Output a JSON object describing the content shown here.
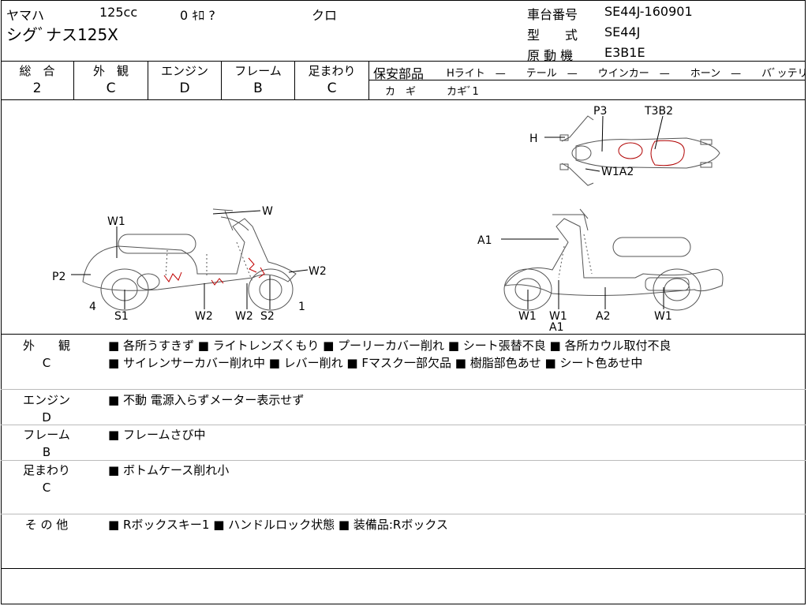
{
  "header": {
    "maker": "ヤマハ",
    "displacement": "125cc",
    "mileage": "0 ｷﾛ ?",
    "color": "クロ",
    "model_name": "シグﾞナス125X",
    "frame_no_label": "車台番号",
    "frame_no": "SE44J-160901",
    "type_label": "型　　式",
    "type": "SE44J",
    "engine_label": "原 動 機",
    "engine": "E3B1E"
  },
  "grades": [
    {
      "label": "総　合",
      "value": "2"
    },
    {
      "label": "外　観",
      "value": "C"
    },
    {
      "label": "エンジン",
      "value": "D"
    },
    {
      "label": "フレーム",
      "value": "B"
    },
    {
      "label": "足まわり",
      "value": "C"
    }
  ],
  "safety": {
    "title": "保安部品",
    "items": "Hライト　—　　テール　—　　ウインカー　—　　ホーン　—　　バﾞッテリー ×",
    "key_label": "カ　ギ",
    "key_value": "カギﾞ1"
  },
  "diagram": {
    "left_labels": [
      "W1",
      "W",
      "P2",
      "W2",
      "4",
      "S1",
      "W2",
      "W2",
      "S2",
      "1"
    ],
    "right_labels": [
      "A1",
      "W1",
      "W1",
      "A1",
      "A2",
      "W1"
    ],
    "top_labels": [
      "P3",
      "T3B2",
      "H",
      "W1A2"
    ]
  },
  "remarks": [
    {
      "label": "外　　観",
      "grade": "C",
      "lines": [
        "■ 各所うすきず ■ ライトレンズくもり ■ プーリーカバー削れ ■ シート張替不良 ■ 各所カウル取付不良",
        "■ サイレンサーカバー削れ中 ■ レバー削れ ■ Fマスク一部欠品 ■ 樹脂部色あせ ■ シート色あせ中"
      ]
    },
    {
      "label": "エンジン",
      "grade": "D",
      "lines": [
        "■ 不動 電源入らずメーター表示せず"
      ]
    },
    {
      "label": "フレーム",
      "grade": "B",
      "lines": [
        "■ フレームさび中"
      ]
    },
    {
      "label": "足まわり",
      "grade": "C",
      "lines": [
        "■ ボトムケース削れ小"
      ]
    },
    {
      "label": "そ の 他",
      "grade": "",
      "lines": [
        "■ Rボックスキー1 ■ ハンドルロック状態 ■ 装備品:Rボックス"
      ]
    }
  ]
}
